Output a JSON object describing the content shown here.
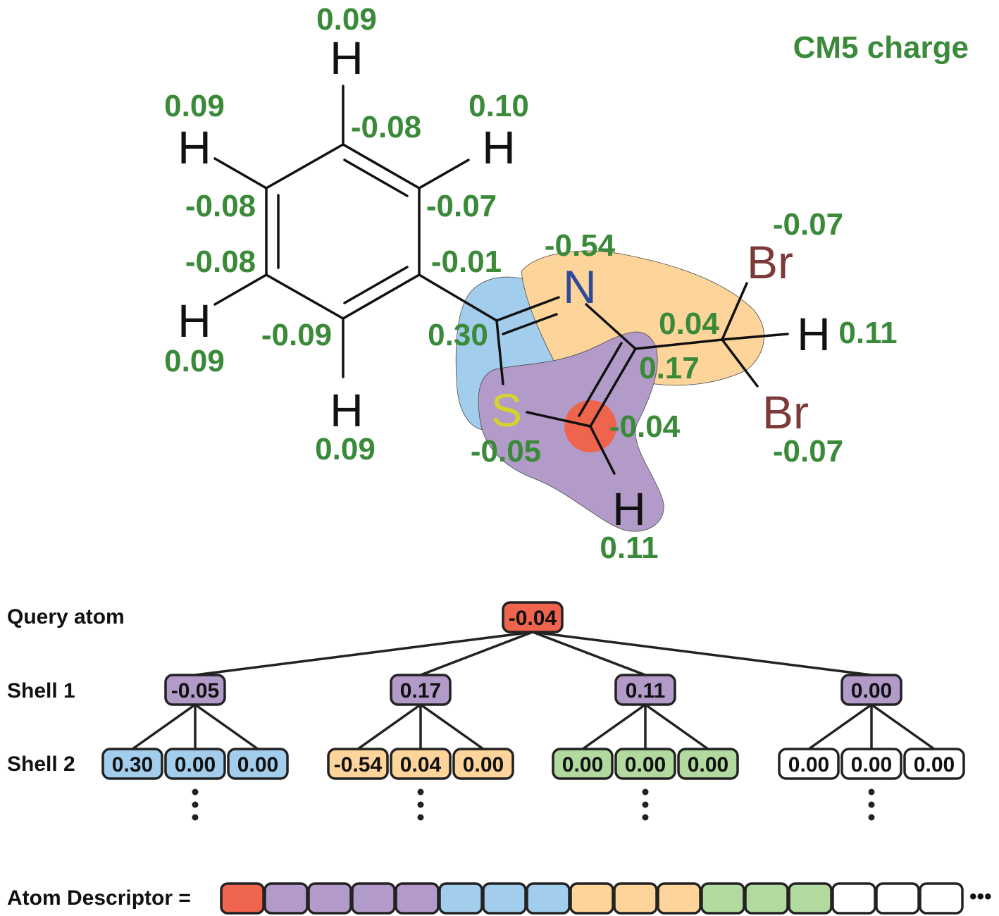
{
  "title": "CM5 charge",
  "colors": {
    "charge_text": "#3a8a3a",
    "query": "#ef644c",
    "shell1": "#b29bc8",
    "blue": "#a3cdec",
    "orange": "#fdd49a",
    "green": "#b2d99e",
    "white": "#ffffff",
    "N": "#2e4b9a",
    "S": "#d6d42a",
    "Br": "#7c3a38",
    "H": "#111111"
  },
  "molecule": {
    "atoms": {
      "h_top": "H",
      "h_ul": "H",
      "h_ur": "H",
      "h_ll": "H",
      "h_b": "H",
      "n": "N",
      "s": "S",
      "br_top": "Br",
      "br_bot": "Br",
      "h_ch": "H",
      "h_ring": "H"
    },
    "charges": {
      "h_top": "0.09",
      "c_top": "-0.08",
      "h_ul": "0.09",
      "h_ur": "0.10",
      "c_ul": "-0.08",
      "c_ur": "-0.07",
      "c_ll": "-0.08",
      "c_lr": "-0.01",
      "h_ll": "0.09",
      "c_bot": "-0.09",
      "h_b": "0.09",
      "n": "-0.54",
      "c_amid": "0.30",
      "c_ring": "0.17",
      "c_ch": "0.04",
      "h_ch": "0.11",
      "br_top": "-0.07",
      "br_bot": "-0.07",
      "s": "-0.05",
      "c_query": "-0.04",
      "h_ring": "0.11"
    }
  },
  "tree": {
    "query_label": "Query atom",
    "shell1_label": "Shell 1",
    "shell2_label": "Shell 2",
    "query_value": "-0.04",
    "shell1": [
      "-0.05",
      "0.17",
      "0.11",
      "0.00"
    ],
    "shell2": [
      [
        "0.30",
        "0.00",
        "0.00"
      ],
      [
        "-0.54",
        "0.04",
        "0.00"
      ],
      [
        "0.00",
        "0.00",
        "0.00"
      ],
      [
        "0.00",
        "0.00",
        "0.00"
      ]
    ],
    "shell2_colors": [
      "blue",
      "orange",
      "green",
      "white"
    ]
  },
  "descriptor": {
    "label": "Atom Descriptor =",
    "cells": [
      "query",
      "shell1",
      "shell1",
      "shell1",
      "shell1",
      "blue",
      "blue",
      "blue",
      "orange",
      "orange",
      "orange",
      "green",
      "green",
      "green",
      "white",
      "white",
      "white"
    ],
    "ellipsis": "•••"
  }
}
